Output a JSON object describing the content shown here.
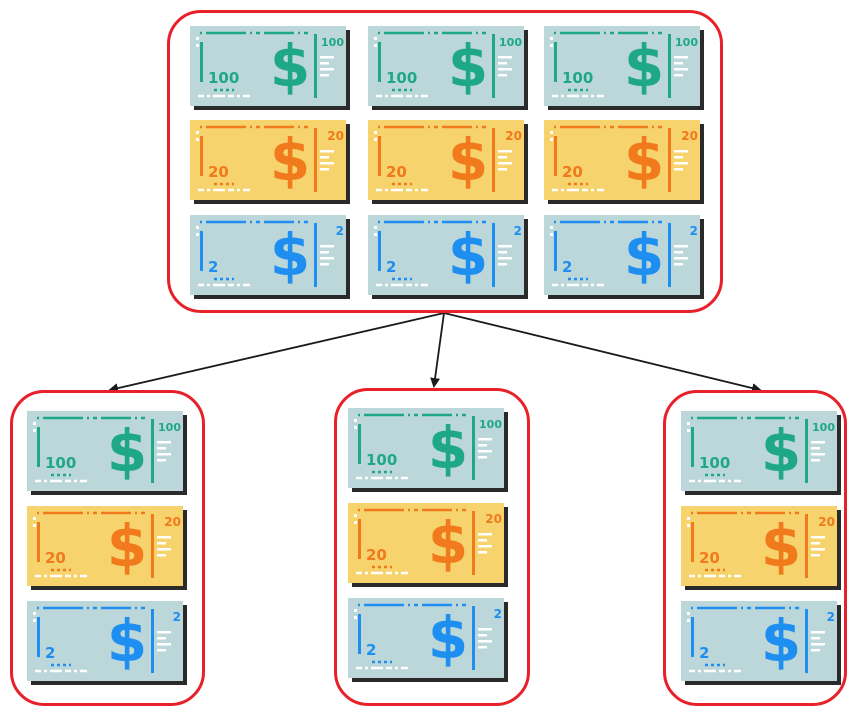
{
  "colors": {
    "border": "#e8202a",
    "arrow": "#1a1a1a",
    "shadow": "#2a2a2a"
  },
  "denominations": [
    {
      "id": "100",
      "label": "100",
      "corner": "100",
      "bg": "#bcd7d9",
      "accent": "#1fa888"
    },
    {
      "id": "20",
      "label": "20",
      "corner": "20",
      "bg": "#f7d36e",
      "accent": "#f07a1c"
    },
    {
      "id": "2",
      "label": "2",
      "corner": "2",
      "bg": "#bcd7d9",
      "accent": "#1e8ef0"
    }
  ],
  "symbol": "$",
  "source_group": {
    "rows": [
      "100",
      "20",
      "2"
    ],
    "columns": 3
  },
  "target_groups": [
    {
      "name": "group-1",
      "bills": [
        "100",
        "20",
        "2"
      ]
    },
    {
      "name": "group-2",
      "bills": [
        "100",
        "20",
        "2"
      ]
    },
    {
      "name": "group-3",
      "bills": [
        "100",
        "20",
        "2"
      ]
    }
  ]
}
